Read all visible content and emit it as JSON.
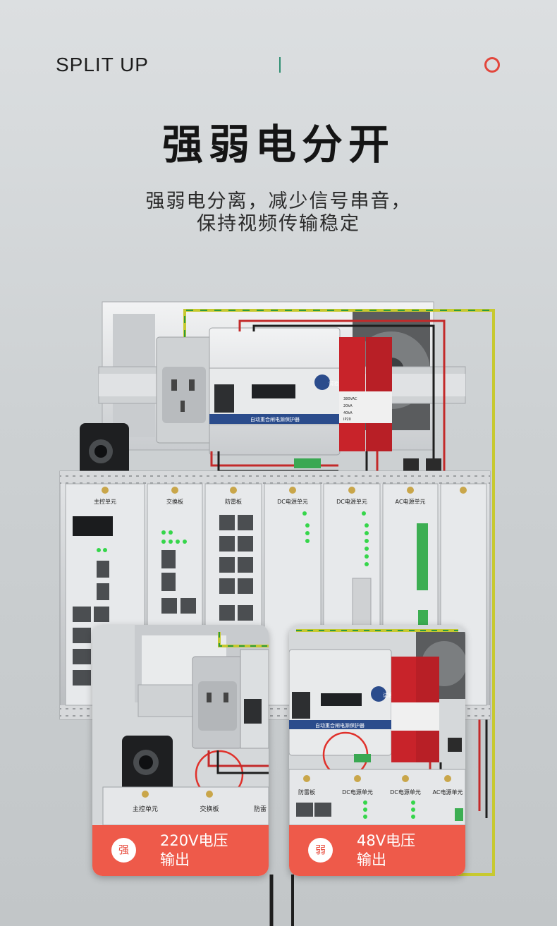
{
  "header": {
    "brand": "SPLIT UP"
  },
  "hero": {
    "title": "强弱电分开",
    "subtitle_line1": "强弱电分离，减少信号串音，",
    "subtitle_line2": "保持视频传输稳定"
  },
  "equipment": {
    "socket_badge_ok": "试验",
    "protector_label": "自动重合闸电源保护器",
    "modules": [
      "主控单元",
      "交换板",
      "防雷板",
      "DC电源单元",
      "DC电源单元",
      "AC电源单元"
    ],
    "spd_label_1": "380VAC",
    "spd_label_2": "20kA",
    "spd_label_3": "40kA",
    "spd_label_4": "IP20"
  },
  "cards": [
    {
      "badge": "强",
      "line1": "220V电压",
      "line2": "输出",
      "modules": [
        "主控单元",
        "交换板",
        "防雷"
      ]
    },
    {
      "badge": "弱",
      "line1": "48V电压",
      "line2": "输出",
      "modules": [
        "防雷板",
        "DC电源单元",
        "DC电源单元",
        "AC电源单元"
      ],
      "protector_label": "自动重合闸电源保护器",
      "test_label": "试验"
    }
  ],
  "colors": {
    "accent_red": "#ee5a4a",
    "circle_red": "#e2463c",
    "divider_green": "#2f8f72",
    "led_green": "#35d64a",
    "breaker_red": "#c8232a"
  }
}
